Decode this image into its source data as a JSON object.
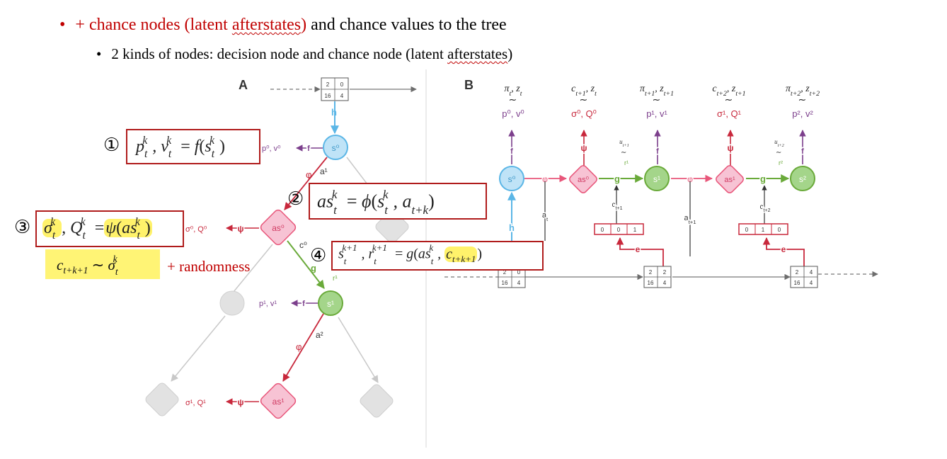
{
  "bullets": {
    "b1_red": "+ chance nodes (latent",
    "b1_red_squiggle": "afterstates",
    "b1_red_end": ")",
    "b1_black": " and chance values to the tree",
    "b2_pre": "2 kinds of nodes: decision node and chance node (latent ",
    "b2_squiggle": "afterstates",
    "b2_end": ")"
  },
  "panel_a": {
    "label": "A",
    "board": [
      "2",
      "0",
      "16",
      "4"
    ],
    "edge_h": "h",
    "root": "s⁰",
    "root_out": "p⁰, v⁰",
    "edge_f": "f",
    "edge_phi": "φ",
    "action_a1": "a¹",
    "chance0": "as⁰",
    "chance0_out": "σ⁰, Q⁰",
    "edge_psi": "ψ",
    "code_c0": "c⁰",
    "edge_g": "g",
    "reward_r1": "r¹",
    "node_s1": "s¹",
    "s1_out": "p¹, v¹",
    "action_a2": "a²",
    "chance1": "as¹",
    "chance1_out": "σ¹, Q¹"
  },
  "panel_b": {
    "label": "B",
    "top_labels": [
      "π_t, z_t",
      "c_{t+1}, z_t",
      "π_{t+1}, z_{t+1}",
      "c_{t+2}, z_{t+1}",
      "π_{t+2}, z_{t+2}"
    ],
    "approx": "≀",
    "bottom_labels": [
      "p⁰, v⁰",
      "σ⁰, Q⁰",
      "p¹, v¹",
      "σ¹, Q¹",
      "p², v²"
    ],
    "nodes": [
      "s⁰",
      "as⁰",
      "s¹",
      "as¹",
      "s²"
    ],
    "edge_f": "f",
    "edge_psi": "ψ",
    "edge_phi": "φ",
    "edge_g": "g",
    "edge_h": "h",
    "edge_e": "e",
    "u1": "u_{t+1}",
    "u2": "u_{t+2}",
    "r1": "r¹",
    "r2": "r²",
    "c1": "c_{t+1}",
    "c2": "c_{t+2}",
    "a_t": "a_t",
    "a_t1": "a_{t+1}",
    "code1": [
      "0",
      "0",
      "1"
    ],
    "code2": [
      "0",
      "1",
      "0"
    ],
    "boards": [
      [
        "2",
        "0",
        "16",
        "4"
      ],
      [
        "2",
        "2",
        "16",
        "4"
      ],
      [
        "2",
        "4",
        "16",
        "4"
      ]
    ]
  },
  "equations": {
    "eq1_num": "①",
    "eq2_num": "②",
    "eq3_num": "③",
    "eq4_num": "④",
    "extra": "+ randomness"
  },
  "colors": {
    "blue": "#5bb6e6",
    "pink": "#f2a2bd",
    "green": "#86c35b",
    "purple": "#7c3f8c",
    "red_arrow": "#c8283c",
    "box_border": "#b01c1c",
    "highlight": "#fff26b"
  }
}
